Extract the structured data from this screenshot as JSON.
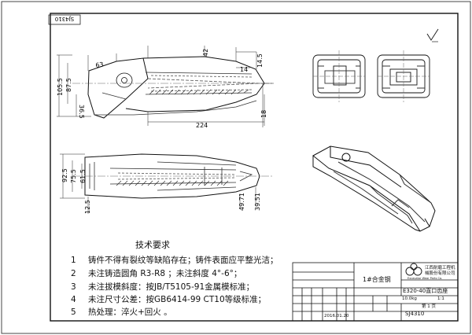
{
  "drawing_code": "SJ4310",
  "dimensions": {
    "d63": "63",
    "d42": "42",
    "d145": "14.5",
    "d14": "14",
    "d1055": "105.5",
    "d875": "87.5",
    "d365": "36.5",
    "d224": "224",
    "d18": "18",
    "d925": "92.5",
    "d755": "75.5",
    "d615": "61.5",
    "d125": "12.5",
    "d4971": "49.71",
    "d3951": "39.51"
  },
  "notes": {
    "title": "技术要求",
    "items": [
      {
        "num": "1",
        "text": "铸件不得有裂纹等缺陷存在；铸件表面应平整光洁；"
      },
      {
        "num": "2",
        "text": "未注铸造圆角 R3-R8 ；未注斜度 4°-6°；"
      },
      {
        "num": "3",
        "text": "未注拔模斜度：按JB/T5105-91金属模标准；"
      },
      {
        "num": "4",
        "text": "未注尺寸公差：按GB6414-99 CT10等级标准；"
      },
      {
        "num": "5",
        "text": "热处理：淬火+回火 。"
      }
    ]
  },
  "title_block": {
    "material": "1#合金钢",
    "company_line1": "江西耐磨工程机",
    "company_line2": "械股份有限公司",
    "company_line3": "Excavator Wear Parts Co.",
    "part_name": "E320-40直口齿座",
    "code": "SJ4310",
    "scale": "1:1",
    "weight": "10.0kg",
    "sheet": "第 1 页",
    "date": "2016.01.20"
  }
}
